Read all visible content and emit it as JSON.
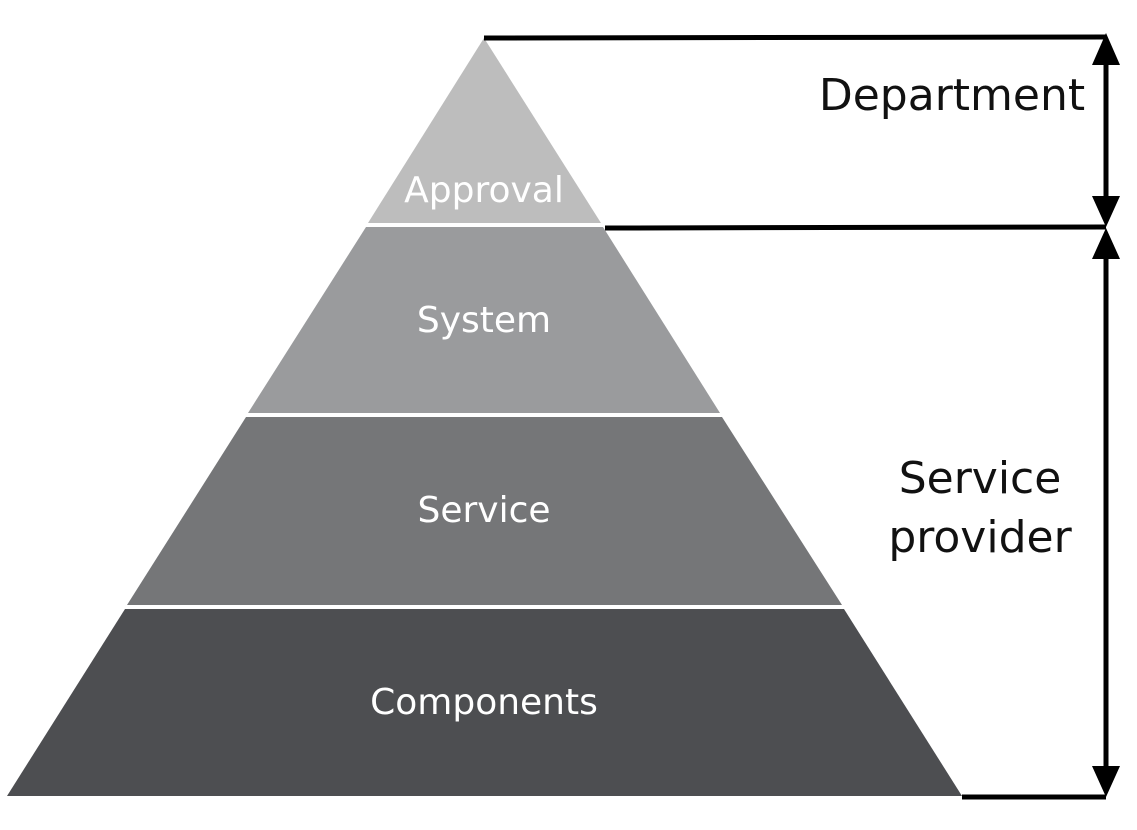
{
  "diagram": {
    "tiers": [
      {
        "label": "Approval",
        "color": "#bdbdbd"
      },
      {
        "label": "System",
        "color": "#9a9b9d"
      },
      {
        "label": "Service",
        "color": "#757678"
      },
      {
        "label": "Components",
        "color": "#4d4e51"
      }
    ],
    "brackets": {
      "department": {
        "label_lines": [
          "Department"
        ]
      },
      "service_provider": {
        "label_lines": [
          "Service",
          "provider"
        ]
      }
    },
    "line_color": "#000000",
    "divider_color": "#ffffff"
  }
}
